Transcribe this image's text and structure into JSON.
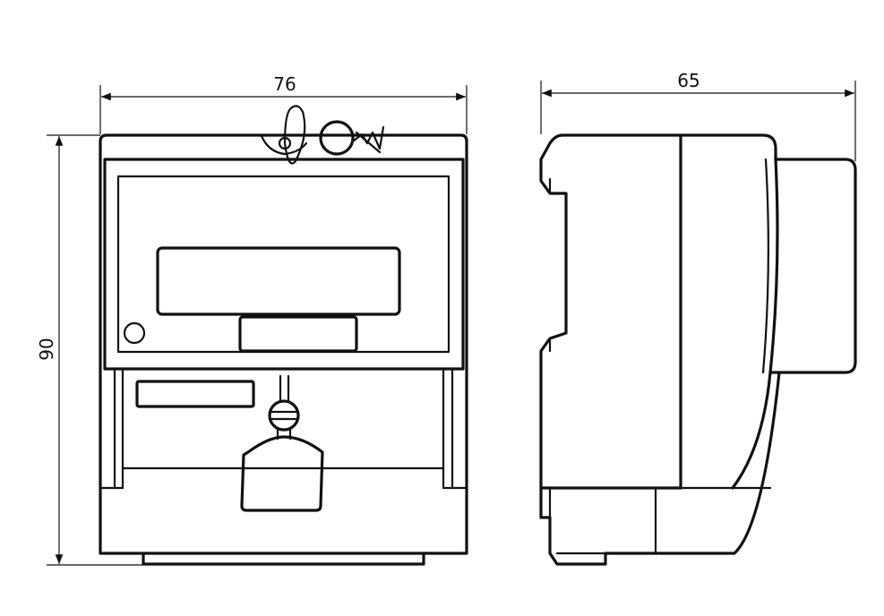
{
  "dimensions": {
    "front_width": "76",
    "height": "90",
    "side_depth": "65"
  },
  "colors": {
    "line": "#111111",
    "background": "#ffffff"
  }
}
